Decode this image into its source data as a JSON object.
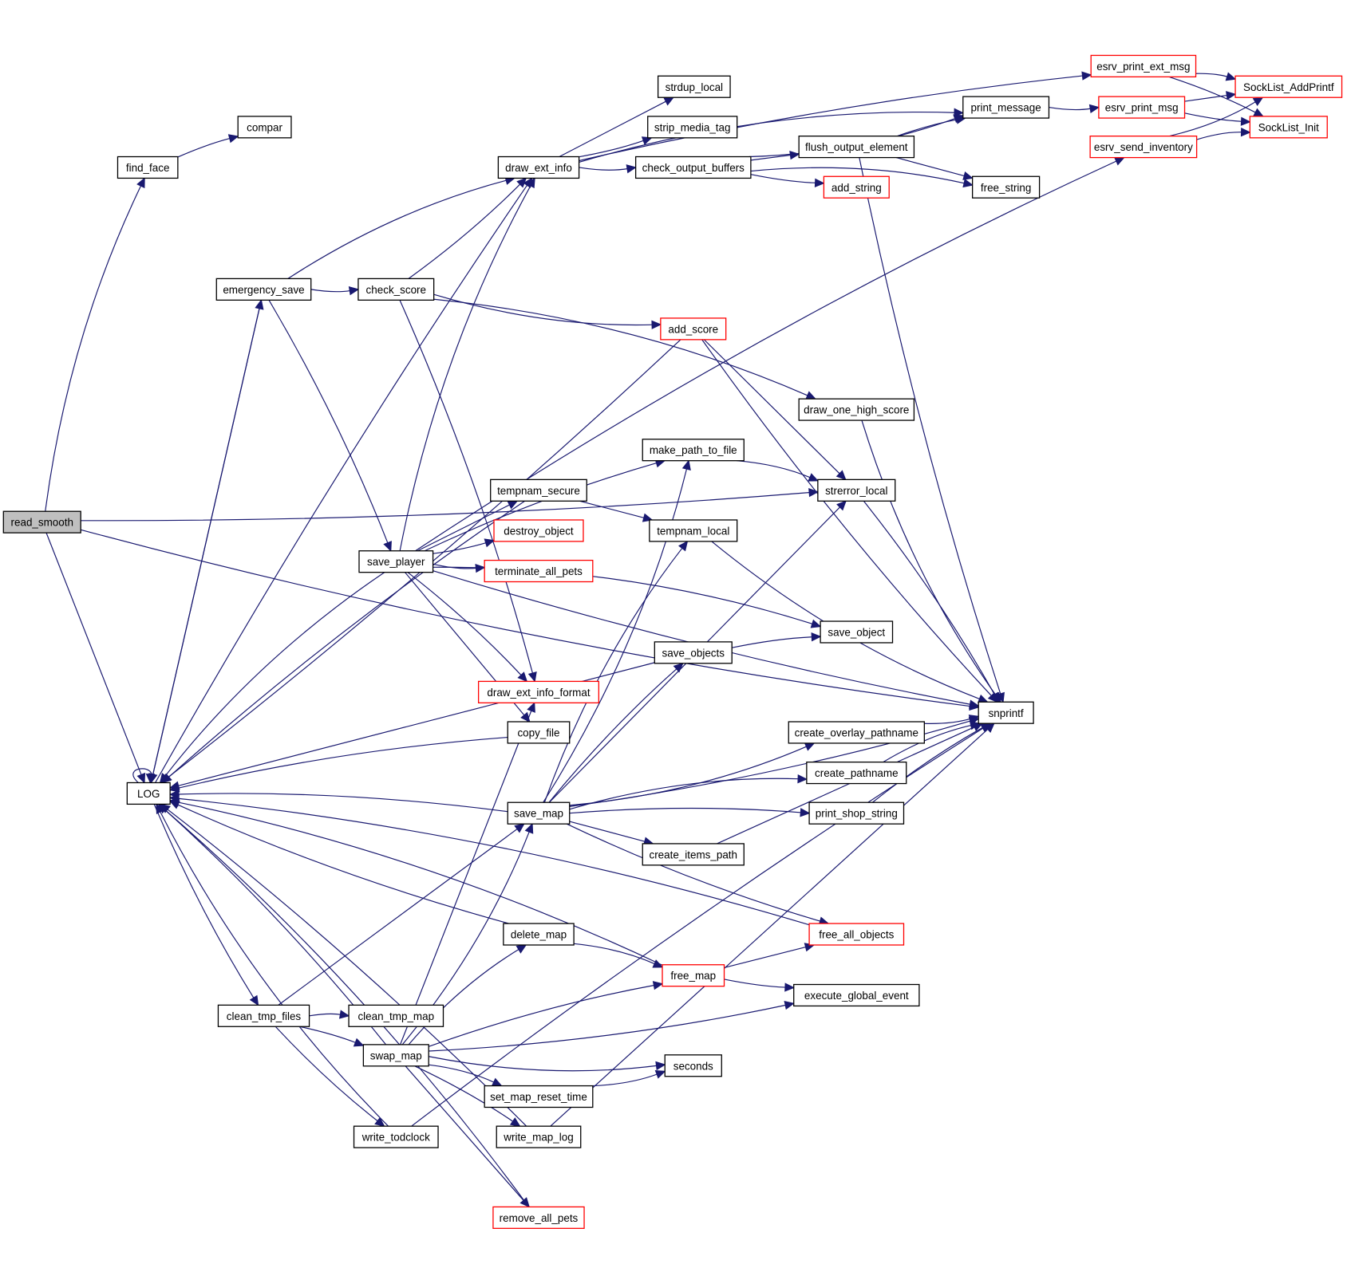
{
  "diagram": {
    "type": "call-graph",
    "root": "read_smooth",
    "colors": {
      "edge": "#191970",
      "node_border": "#000000",
      "external_border": "#ff0000",
      "root_fill": "#bfbfbf"
    },
    "nodes": [
      {
        "id": "read_smooth",
        "label": "read_smooth",
        "kind": "root"
      },
      {
        "id": "find_face",
        "label": "find_face",
        "kind": "normal"
      },
      {
        "id": "compar",
        "label": "compar",
        "kind": "normal"
      },
      {
        "id": "LOG",
        "label": "LOG",
        "kind": "normal"
      },
      {
        "id": "emergency_save",
        "label": "emergency_save",
        "kind": "normal"
      },
      {
        "id": "check_score",
        "label": "check_score",
        "kind": "normal"
      },
      {
        "id": "draw_ext_info",
        "label": "draw_ext_info",
        "kind": "normal"
      },
      {
        "id": "strdup_local",
        "label": "strdup_local",
        "kind": "normal"
      },
      {
        "id": "strip_media_tag",
        "label": "strip_media_tag",
        "kind": "normal"
      },
      {
        "id": "check_output_buffers",
        "label": "check_output_buffers",
        "kind": "normal"
      },
      {
        "id": "flush_output_element",
        "label": "flush_output_element",
        "kind": "normal"
      },
      {
        "id": "add_string",
        "label": "add_string",
        "kind": "external"
      },
      {
        "id": "print_message",
        "label": "print_message",
        "kind": "normal"
      },
      {
        "id": "free_string",
        "label": "free_string",
        "kind": "normal"
      },
      {
        "id": "esrv_print_ext_msg",
        "label": "esrv_print_ext_msg",
        "kind": "external"
      },
      {
        "id": "esrv_print_msg",
        "label": "esrv_print_msg",
        "kind": "external"
      },
      {
        "id": "esrv_send_inventory",
        "label": "esrv_send_inventory",
        "kind": "external"
      },
      {
        "id": "SockList_AddPrintf",
        "label": "SockList_AddPrintf",
        "kind": "external"
      },
      {
        "id": "SockList_Init",
        "label": "SockList_Init",
        "kind": "external"
      },
      {
        "id": "add_score",
        "label": "add_score",
        "kind": "external"
      },
      {
        "id": "draw_one_high_score",
        "label": "draw_one_high_score",
        "kind": "normal"
      },
      {
        "id": "make_path_to_file",
        "label": "make_path_to_file",
        "kind": "normal"
      },
      {
        "id": "strerror_local",
        "label": "strerror_local",
        "kind": "normal"
      },
      {
        "id": "tempnam_secure",
        "label": "tempnam_secure",
        "kind": "normal"
      },
      {
        "id": "tempnam_local",
        "label": "tempnam_local",
        "kind": "normal"
      },
      {
        "id": "destroy_object",
        "label": "destroy_object",
        "kind": "external"
      },
      {
        "id": "terminate_all_pets",
        "label": "terminate_all_pets",
        "kind": "external"
      },
      {
        "id": "save_player",
        "label": "save_player",
        "kind": "normal"
      },
      {
        "id": "save_object",
        "label": "save_object",
        "kind": "normal"
      },
      {
        "id": "save_objects",
        "label": "save_objects",
        "kind": "normal"
      },
      {
        "id": "draw_ext_info_format",
        "label": "draw_ext_info_format",
        "kind": "external"
      },
      {
        "id": "copy_file",
        "label": "copy_file",
        "kind": "normal"
      },
      {
        "id": "snprintf",
        "label": "snprintf",
        "kind": "normal"
      },
      {
        "id": "create_overlay_pathname",
        "label": "create_overlay_pathname",
        "kind": "normal"
      },
      {
        "id": "create_pathname",
        "label": "create_pathname",
        "kind": "normal"
      },
      {
        "id": "print_shop_string",
        "label": "print_shop_string",
        "kind": "normal"
      },
      {
        "id": "save_map",
        "label": "save_map",
        "kind": "normal"
      },
      {
        "id": "create_items_path",
        "label": "create_items_path",
        "kind": "normal"
      },
      {
        "id": "free_all_objects",
        "label": "free_all_objects",
        "kind": "external"
      },
      {
        "id": "delete_map",
        "label": "delete_map",
        "kind": "normal"
      },
      {
        "id": "free_map",
        "label": "free_map",
        "kind": "external"
      },
      {
        "id": "execute_global_event",
        "label": "execute_global_event",
        "kind": "normal"
      },
      {
        "id": "clean_tmp_files",
        "label": "clean_tmp_files",
        "kind": "normal"
      },
      {
        "id": "clean_tmp_map",
        "label": "clean_tmp_map",
        "kind": "normal"
      },
      {
        "id": "swap_map",
        "label": "swap_map",
        "kind": "normal"
      },
      {
        "id": "seconds",
        "label": "seconds",
        "kind": "normal"
      },
      {
        "id": "set_map_reset_time",
        "label": "set_map_reset_time",
        "kind": "normal"
      },
      {
        "id": "write_todclock",
        "label": "write_todclock",
        "kind": "normal"
      },
      {
        "id": "write_map_log",
        "label": "write_map_log",
        "kind": "normal"
      },
      {
        "id": "remove_all_pets",
        "label": "remove_all_pets",
        "kind": "external"
      }
    ],
    "edges": [
      [
        "read_smooth",
        "find_face"
      ],
      [
        "find_face",
        "compar"
      ],
      [
        "read_smooth",
        "LOG"
      ],
      [
        "read_smooth",
        "strerror_local"
      ],
      [
        "read_smooth",
        "snprintf"
      ],
      [
        "LOG",
        "LOG"
      ],
      [
        "LOG",
        "draw_ext_info"
      ],
      [
        "LOG",
        "emergency_save"
      ],
      [
        "LOG",
        "clean_tmp_files"
      ],
      [
        "emergency_save",
        "check_score"
      ],
      [
        "emergency_save",
        "draw_ext_info"
      ],
      [
        "emergency_save",
        "save_player"
      ],
      [
        "emergency_save",
        "LOG"
      ],
      [
        "check_score",
        "draw_ext_info"
      ],
      [
        "check_score",
        "add_score"
      ],
      [
        "check_score",
        "draw_one_high_score"
      ],
      [
        "check_score",
        "draw_ext_info_format"
      ],
      [
        "draw_ext_info",
        "strdup_local"
      ],
      [
        "draw_ext_info",
        "strip_media_tag"
      ],
      [
        "draw_ext_info",
        "check_output_buffers"
      ],
      [
        "draw_ext_info",
        "print_message"
      ],
      [
        "draw_ext_info",
        "esrv_print_ext_msg"
      ],
      [
        "check_output_buffers",
        "flush_output_element"
      ],
      [
        "check_output_buffers",
        "add_string"
      ],
      [
        "check_output_buffers",
        "print_message"
      ],
      [
        "check_output_buffers",
        "free_string"
      ],
      [
        "flush_output_element",
        "print_message"
      ],
      [
        "flush_output_element",
        "free_string"
      ],
      [
        "flush_output_element",
        "snprintf"
      ],
      [
        "print_message",
        "esrv_print_msg"
      ],
      [
        "esrv_print_ext_msg",
        "SockList_AddPrintf"
      ],
      [
        "esrv_print_ext_msg",
        "SockList_Init"
      ],
      [
        "esrv_print_msg",
        "SockList_AddPrintf"
      ],
      [
        "esrv_print_msg",
        "SockList_Init"
      ],
      [
        "esrv_send_inventory",
        "SockList_AddPrintf"
      ],
      [
        "esrv_send_inventory",
        "SockList_Init"
      ],
      [
        "add_score",
        "LOG"
      ],
      [
        "add_score",
        "strerror_local"
      ],
      [
        "add_score",
        "snprintf"
      ],
      [
        "draw_one_high_score",
        "snprintf"
      ],
      [
        "make_path_to_file",
        "strerror_local"
      ],
      [
        "strerror_local",
        "snprintf"
      ],
      [
        "tempnam_secure",
        "tempnam_local"
      ],
      [
        "tempnam_secure",
        "LOG"
      ],
      [
        "tempnam_local",
        "snprintf"
      ],
      [
        "save_player",
        "draw_ext_info"
      ],
      [
        "save_player",
        "make_path_to_file"
      ],
      [
        "save_player",
        "tempnam_secure"
      ],
      [
        "save_player",
        "destroy_object"
      ],
      [
        "save_player",
        "terminate_all_pets"
      ],
      [
        "save_player",
        "save_object"
      ],
      [
        "save_player",
        "draw_ext_info_format"
      ],
      [
        "save_player",
        "copy_file"
      ],
      [
        "save_player",
        "snprintf"
      ],
      [
        "save_player",
        "LOG"
      ],
      [
        "save_player",
        "esrv_send_inventory"
      ],
      [
        "save_objects",
        "save_object"
      ],
      [
        "save_objects",
        "LOG"
      ],
      [
        "copy_file",
        "LOG"
      ],
      [
        "create_overlay_pathname",
        "snprintf"
      ],
      [
        "create_pathname",
        "snprintf"
      ],
      [
        "print_shop_string",
        "snprintf"
      ],
      [
        "create_items_path",
        "snprintf"
      ],
      [
        "save_map",
        "LOG"
      ],
      [
        "save_map",
        "make_path_to_file"
      ],
      [
        "save_map",
        "tempnam_local"
      ],
      [
        "save_map",
        "save_objects"
      ],
      [
        "save_map",
        "strerror_local"
      ],
      [
        "save_map",
        "snprintf"
      ],
      [
        "save_map",
        "create_overlay_pathname"
      ],
      [
        "save_map",
        "create_pathname"
      ],
      [
        "save_map",
        "print_shop_string"
      ],
      [
        "save_map",
        "create_items_path"
      ],
      [
        "save_map",
        "free_all_objects"
      ],
      [
        "free_all_objects",
        "LOG"
      ],
      [
        "delete_map",
        "free_map"
      ],
      [
        "delete_map",
        "LOG"
      ],
      [
        "free_map",
        "free_all_objects"
      ],
      [
        "free_map",
        "execute_global_event"
      ],
      [
        "free_map",
        "LOG"
      ],
      [
        "clean_tmp_files",
        "clean_tmp_map"
      ],
      [
        "clean_tmp_files",
        "swap_map"
      ],
      [
        "clean_tmp_files",
        "save_map"
      ],
      [
        "clean_tmp_files",
        "write_todclock"
      ],
      [
        "swap_map",
        "save_map"
      ],
      [
        "swap_map",
        "delete_map"
      ],
      [
        "swap_map",
        "free_map"
      ],
      [
        "swap_map",
        "draw_ext_info_format"
      ],
      [
        "swap_map",
        "execute_global_event"
      ],
      [
        "swap_map",
        "seconds"
      ],
      [
        "swap_map",
        "set_map_reset_time"
      ],
      [
        "swap_map",
        "write_map_log"
      ],
      [
        "swap_map",
        "remove_all_pets"
      ],
      [
        "swap_map",
        "LOG"
      ],
      [
        "set_map_reset_time",
        "seconds"
      ],
      [
        "write_todclock",
        "LOG"
      ],
      [
        "write_todclock",
        "snprintf"
      ],
      [
        "write_map_log",
        "snprintf"
      ],
      [
        "write_map_log",
        "LOG"
      ],
      [
        "remove_all_pets",
        "LOG"
      ]
    ]
  }
}
